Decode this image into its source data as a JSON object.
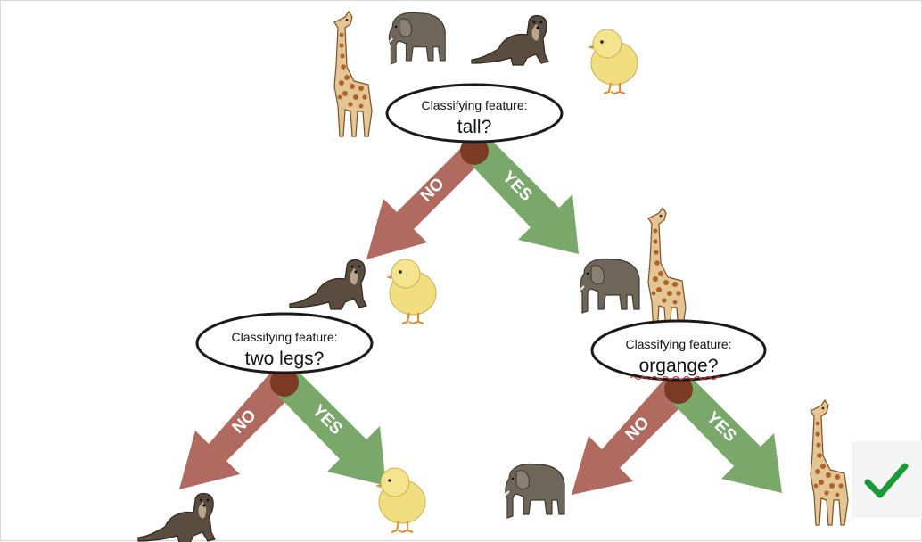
{
  "nodes": [
    {
      "caption": "Classifying feature:",
      "question": "tall?"
    },
    {
      "caption": "Classifying feature:",
      "question": "two legs?"
    },
    {
      "caption": "Classifying feature:",
      "question": "organge?"
    }
  ],
  "branches": {
    "no": "NO",
    "yes": "YES"
  },
  "colors": {
    "no_arrow": "#b06a60",
    "yes_arrow": "#7aa86a",
    "joint": "#7a3a24",
    "check": "#1a9a36"
  },
  "animals": {
    "root": [
      "giraffe",
      "elephant",
      "otter",
      "chick"
    ],
    "left": [
      "otter",
      "chick"
    ],
    "right": [
      "elephant",
      "giraffe"
    ],
    "leaf_left_no": [
      "otter"
    ],
    "leaf_left_yes": [
      "chick"
    ],
    "leaf_right_no": [
      "elephant"
    ],
    "leaf_right_yes": [
      "giraffe"
    ]
  },
  "result_icon": "checkmark-icon"
}
